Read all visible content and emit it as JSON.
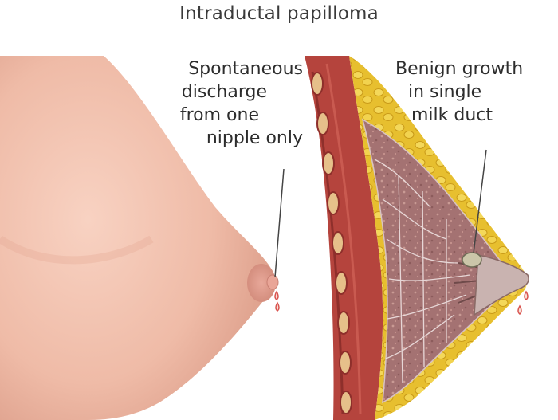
{
  "title": "Intraductal papilloma",
  "labels": {
    "discharge": {
      "lines": [
        "Spontaneous",
        "discharge",
        "from one",
        "nipple only"
      ]
    },
    "growth": {
      "lines": [
        "Benign growth",
        "in single",
        "milk duct"
      ]
    }
  },
  "colors": {
    "skin": "#f2c2b0",
    "skin_shadow": "#dc9a88",
    "muscle": "#b3403a",
    "fat": "#e8c235",
    "gland": "#9e6b6b",
    "growth": "#c7c2a6"
  }
}
